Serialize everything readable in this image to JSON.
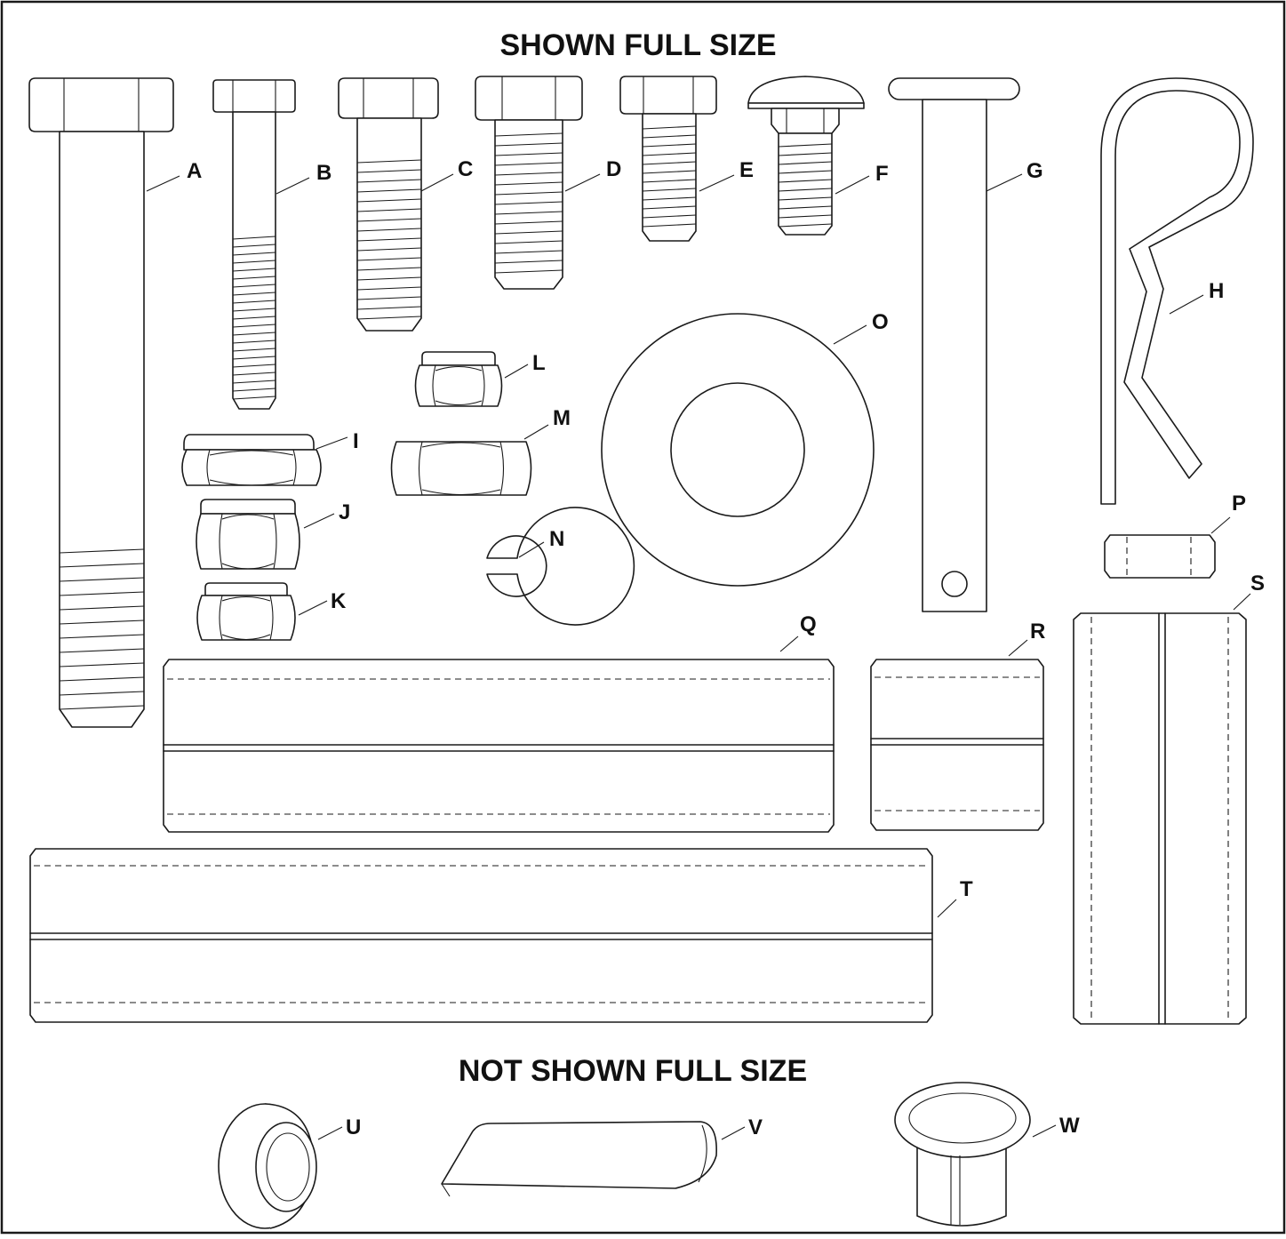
{
  "headings": {
    "full_size": "SHOWN FULL SIZE",
    "not_full_size": "NOT SHOWN FULL SIZE"
  },
  "labels": {
    "A": "A",
    "B": "B",
    "C": "C",
    "D": "D",
    "E": "E",
    "F": "F",
    "G": "G",
    "H": "H",
    "I": "I",
    "J": "J",
    "K": "K",
    "L": "L",
    "M": "M",
    "N": "N",
    "O": "O",
    "P": "P",
    "Q": "Q",
    "R": "R",
    "S": "S",
    "T": "T",
    "U": "U",
    "V": "V",
    "W": "W"
  }
}
